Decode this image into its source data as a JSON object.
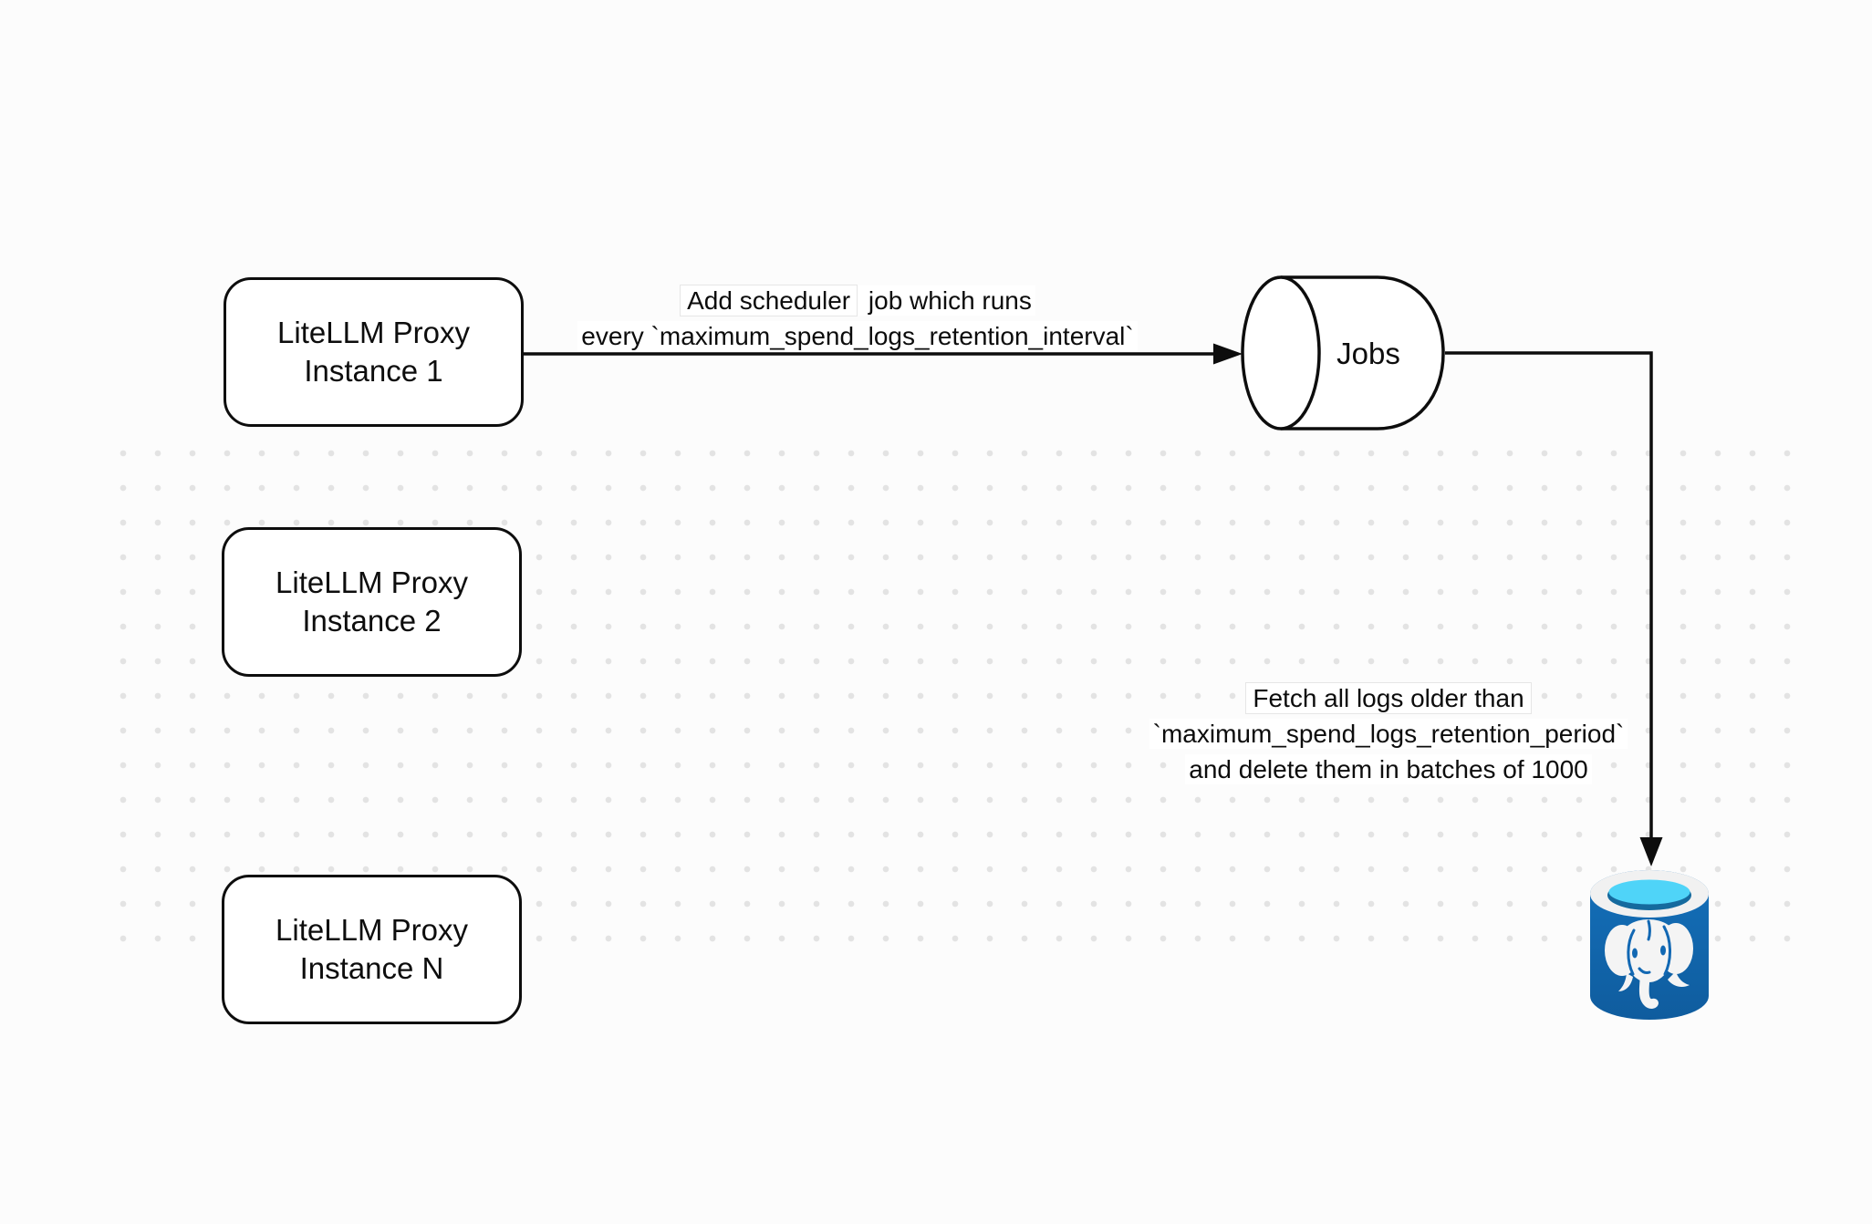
{
  "nodes": {
    "instance1": {
      "lines": [
        "LiteLLM Proxy",
        "Instance 1"
      ]
    },
    "instance2": {
      "lines": [
        "LiteLLM Proxy",
        "Instance 2"
      ]
    },
    "instanceN": {
      "lines": [
        "LiteLLM Proxy",
        "Instance N"
      ]
    },
    "jobs": {
      "label": "Jobs",
      "shape": "cylinder"
    },
    "postgres": {
      "icon": "postgres-database-icon"
    }
  },
  "edges": {
    "schedule": {
      "from": "instance1",
      "to": "jobs",
      "label_highlight": "Add scheduler",
      "label_rest": " job which runs",
      "label_line2": "every `maximum_spend_logs_retention_interval`"
    },
    "cleanup": {
      "from": "jobs",
      "to": "postgres",
      "line1": "Fetch all logs older than",
      "line2": "`maximum_spend_logs_retention_period`",
      "line3": "and delete them in batches of 1000"
    }
  },
  "colors": {
    "canvas_background": "#fcfcfc",
    "dot_grid": "#e3e3e3",
    "shape_fill": "#ffffff",
    "stroke": "#0d0d0d",
    "postgres_blue": "#1268b3",
    "postgres_blue_dark": "#0f5c9e",
    "postgres_cyan": "#4fd4f8",
    "postgres_rim": "#f1f1f1"
  }
}
